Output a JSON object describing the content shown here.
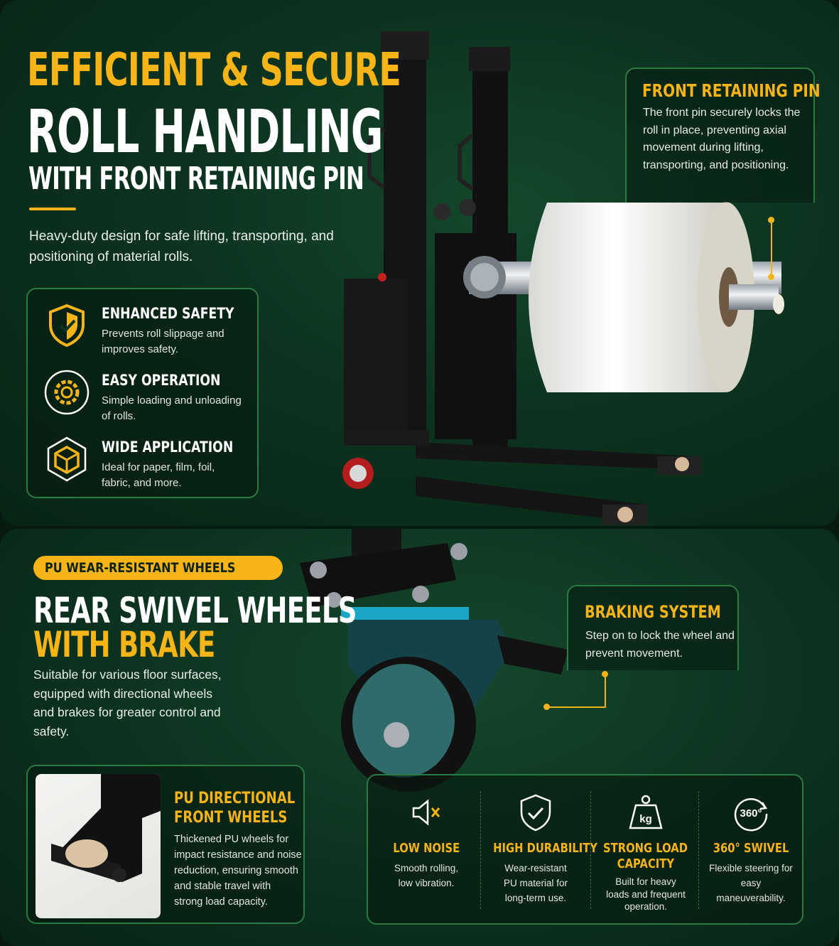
{
  "colors": {
    "accent": "#f7b417",
    "panel_green": "#0c3320",
    "border_green": "#2a7a45"
  },
  "top": {
    "headline_line1": "EFFICIENT & SECURE",
    "headline_line2": "ROLL HANDLING",
    "headline_line3": "WITH FRONT RETAINING PIN",
    "intro": "Heavy-duty design for safe lifting, transporting, and positioning of material rolls.",
    "features": [
      {
        "icon": "shield-icon",
        "title": "ENHANCED SAFETY",
        "desc": "Prevents roll slippage and improves safety."
      },
      {
        "icon": "gear-icon",
        "title": "EASY OPERATION",
        "desc": "Simple loading and unloading of rolls."
      },
      {
        "icon": "cube-icon",
        "title": "WIDE APPLICATION",
        "desc": "Ideal for paper, film, foil, fabric, and more."
      }
    ],
    "callout": {
      "title": "FRONT RETAINING PIN",
      "desc": "The front pin securely locks the roll in place, preventing axial movement during lifting, transporting, and positioning."
    }
  },
  "bottom": {
    "badge": "PU WEAR-RESISTANT WHEELS",
    "headline_line1": "REAR SWIVEL WHEELS",
    "headline_line2": "WITH BRAKE",
    "intro": "Suitable for various floor surfaces, equipped with directional wheels and brakes for greater control and safety.",
    "front_wheels": {
      "title_line1": "PU DIRECTIONAL",
      "title_line2": "FRONT WHEELS",
      "desc": "Thickened PU wheels for impact resistance and noise reduction, ensuring smooth and stable travel with strong load capacity."
    },
    "brake_callout": {
      "title": "BRAKING SYSTEM",
      "desc": "Step on to lock the wheel and prevent movement."
    },
    "specs": [
      {
        "icon": "speaker-muted-icon",
        "title_line1": "LOW NOISE",
        "title_line2": "",
        "desc": "Smooth rolling, low vibration."
      },
      {
        "icon": "shield-check-icon",
        "title_line1": "HIGH DURABILITY",
        "title_line2": "",
        "desc": "Wear-resistant PU material for long-term use."
      },
      {
        "icon": "weight-icon",
        "icon_text": "kg",
        "title_line1": "STRONG LOAD",
        "title_line2": "CAPACITY",
        "desc": "Built for heavy loads and frequent operation."
      },
      {
        "icon": "rotate-360-icon",
        "icon_text": "360°",
        "title_line1": "360° SWIVEL",
        "title_line2": "",
        "desc": "Flexible steering for easy maneuverability."
      }
    ]
  }
}
